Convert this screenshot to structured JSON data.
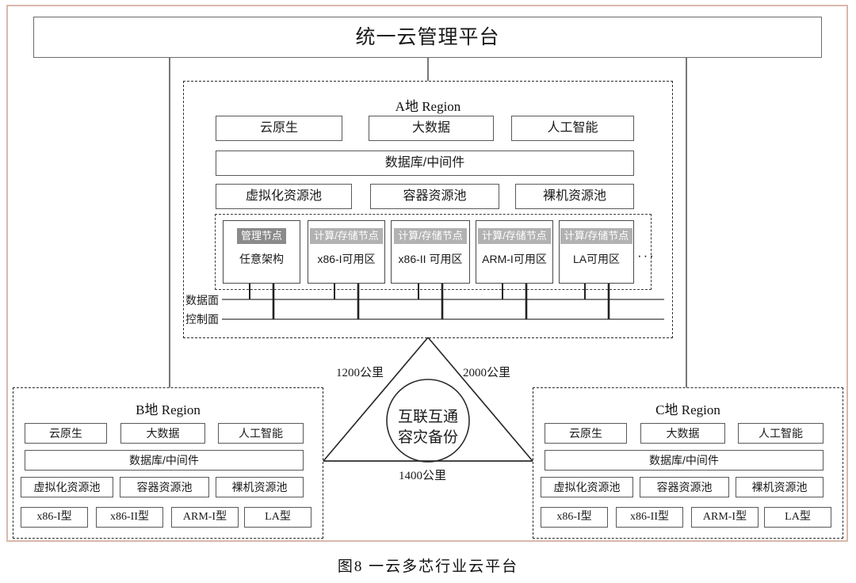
{
  "frame": {
    "border_color": "#d9b8ab"
  },
  "title": {
    "label": "统一云管理平台"
  },
  "region_a": {
    "title": "A地 Region",
    "services": [
      "云原生",
      "大数据",
      "人工智能"
    ],
    "database": "数据库/中间件",
    "pools": [
      "虚拟化资源池",
      "容器资源池",
      "裸机资源池"
    ],
    "nodes": [
      {
        "header": "管理节点",
        "sub": "任意架构",
        "kind": "management"
      },
      {
        "header": "计算/存储节点",
        "sub": "x86-I可用区",
        "kind": "compute"
      },
      {
        "header": "计算/存储节点",
        "sub": "x86-II 可用区",
        "kind": "compute"
      },
      {
        "header": "计算/存储节点",
        "sub": "ARM-I可用区",
        "kind": "compute"
      },
      {
        "header": "计算/存储节点",
        "sub": "LA可用区",
        "kind": "compute"
      }
    ],
    "ellipsis": "···",
    "planes": {
      "data": "数据面",
      "control": "控制面"
    }
  },
  "region_b": {
    "title": "B地 Region",
    "services": [
      "云原生",
      "大数据",
      "人工智能"
    ],
    "database": "数据库/中间件",
    "pools": [
      "虚拟化资源池",
      "容器资源池",
      "裸机资源池"
    ],
    "types": [
      "x86-I型",
      "x86-II型",
      "ARM-I型",
      "LA型"
    ]
  },
  "region_c": {
    "title": "C地 Region",
    "services": [
      "云原生",
      "大数据",
      "人工智能"
    ],
    "database": "数据库/中间件",
    "pools": [
      "虚拟化资源池",
      "容器资源池",
      "裸机资源池"
    ],
    "types": [
      "x86-I型",
      "x86-II型",
      "ARM-I型",
      "LA型"
    ]
  },
  "center": {
    "line1": "互联互通",
    "line2": "容灾备份",
    "distance_left": "1200公里",
    "distance_right": "2000公里",
    "distance_bottom": "1400公里"
  },
  "caption": "图8  一云多芯行业云平台",
  "colors": {
    "management_header": "#8b8b8b",
    "compute_header": "#b2b2b2",
    "box_border": "#595959",
    "dashed_border": "#2b2b2b"
  }
}
